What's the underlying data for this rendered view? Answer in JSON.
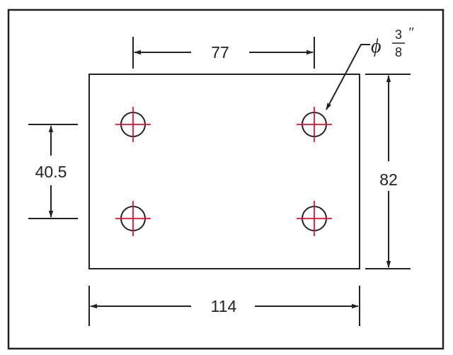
{
  "drawing": {
    "dimensions": {
      "hole_spacing_horizontal": "77",
      "hole_spacing_vertical": "40.5",
      "plate_width": "114",
      "plate_height": "82"
    },
    "hole_diameter": {
      "symbol": "ϕ",
      "numerator": "3",
      "denominator": "8",
      "unit_mark": "″"
    },
    "hole_count": 4,
    "colors": {
      "line": "#222222",
      "center_mark": "#e8112d",
      "background": "#ffffff"
    }
  }
}
